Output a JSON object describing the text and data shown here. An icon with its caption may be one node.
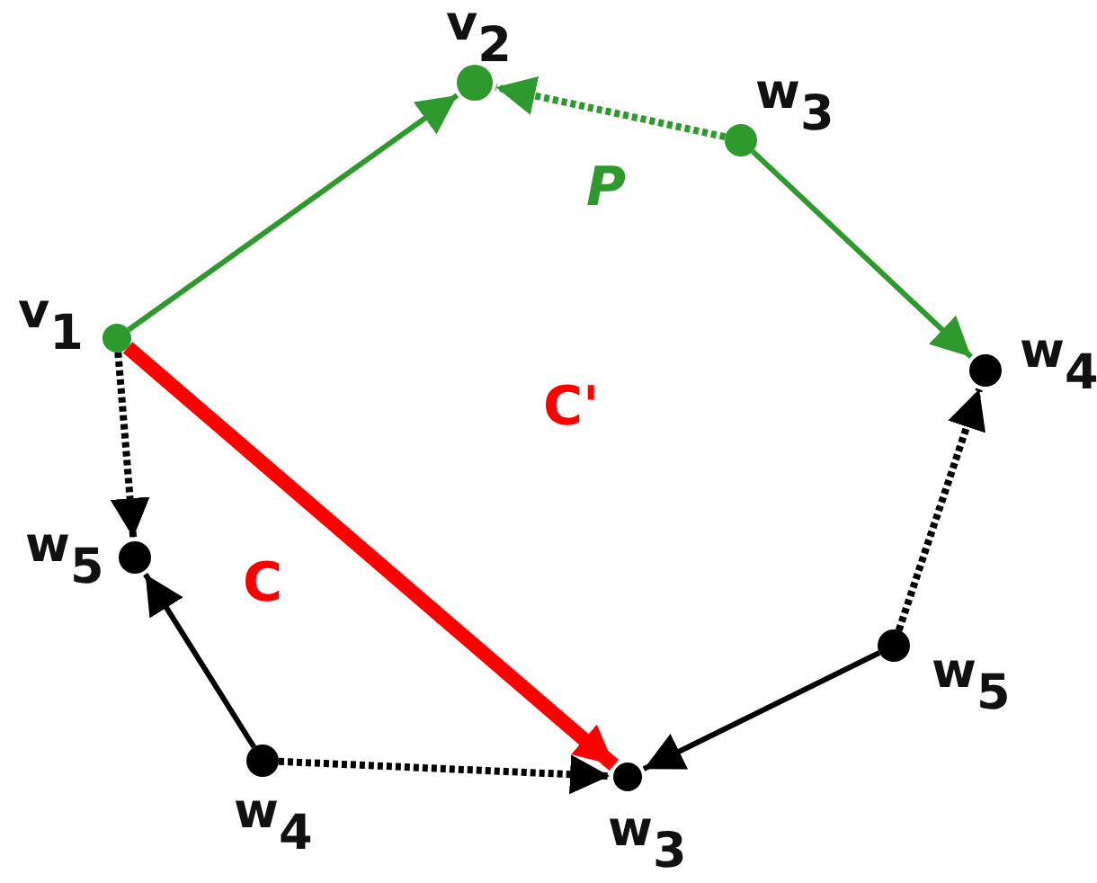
{
  "diagram": {
    "nodes": [
      {
        "text": [
          "v$_{2}$"
        ]
      },
      {
        "text": [
          "w$_{3}$"
        ]
      },
      {
        "text": [
          "v$_{1}$"
        ]
      },
      {
        "text": [
          "w$_{4}$"
        ]
      },
      {
        "text": [
          "w$_{5}$"
        ]
      },
      {
        "text": [
          "w$_{5}$"
        ]
      },
      {
        "text": [
          "w$_{4}$"
        ]
      },
      {
        "text": [
          "w$_{3}$"
        ]
      }
    ],
    "edges": [
      {
        "from": 2,
        "to": 0,
        "arrow": "to",
        "color": "#2e9a2e"
      },
      {
        "from": 1,
        "to": 0,
        "arrow": "to",
        "style": "dashed",
        "color": "#2e9a2e"
      },
      {
        "from": 1,
        "to": 3,
        "arrow": "to",
        "color": "#2e9a2e"
      },
      {
        "from": 2,
        "to": 7,
        "arrow": "to",
        "style": "thick",
        "color": "#ff0000"
      },
      {
        "from": 2,
        "to": 4,
        "arrow": "to",
        "style": "dashed"
      },
      {
        "from": 6,
        "to": 4,
        "arrow": "to"
      },
      {
        "from": 6,
        "to": 7,
        "arrow": "to",
        "style": "dashed"
      },
      {
        "from": 5,
        "to": 7,
        "arrow": "to"
      },
      {
        "from": 5,
        "to": 3,
        "arrow": "to",
        "style": "dashed"
      }
    ],
    "labels": [
      "P",
      "C'",
      "C"
    ]
  }
}
